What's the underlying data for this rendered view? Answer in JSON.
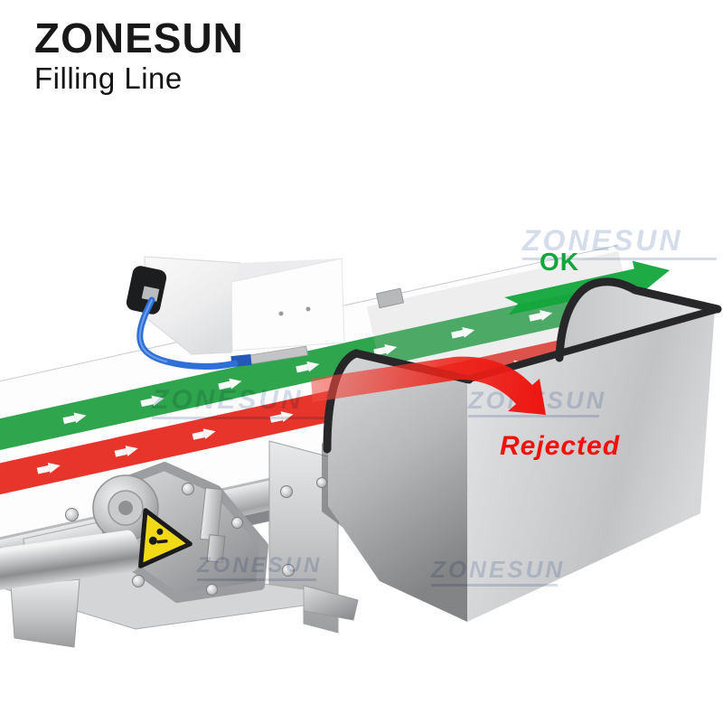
{
  "brand": {
    "name": "ZONESUN",
    "subtitle": "Filling Line"
  },
  "flow": {
    "ok_label": "OK",
    "rejected_label": "Rejected",
    "ok_color": "#12a63c",
    "rejected_color": "#f50f08"
  },
  "watermark": {
    "text": "ZONESUN",
    "color": "#b9c6dd"
  },
  "belt": {
    "green_stripe_color": "#2fa54d",
    "red_stripe_color": "#e8352c",
    "direction_arrow_color": "#ffffff"
  },
  "equipment": {
    "air_hose_color": "#2e6fd8",
    "warning_sticker_color": "#f2d917",
    "warning_icon": "crush-hazard-triangle"
  }
}
